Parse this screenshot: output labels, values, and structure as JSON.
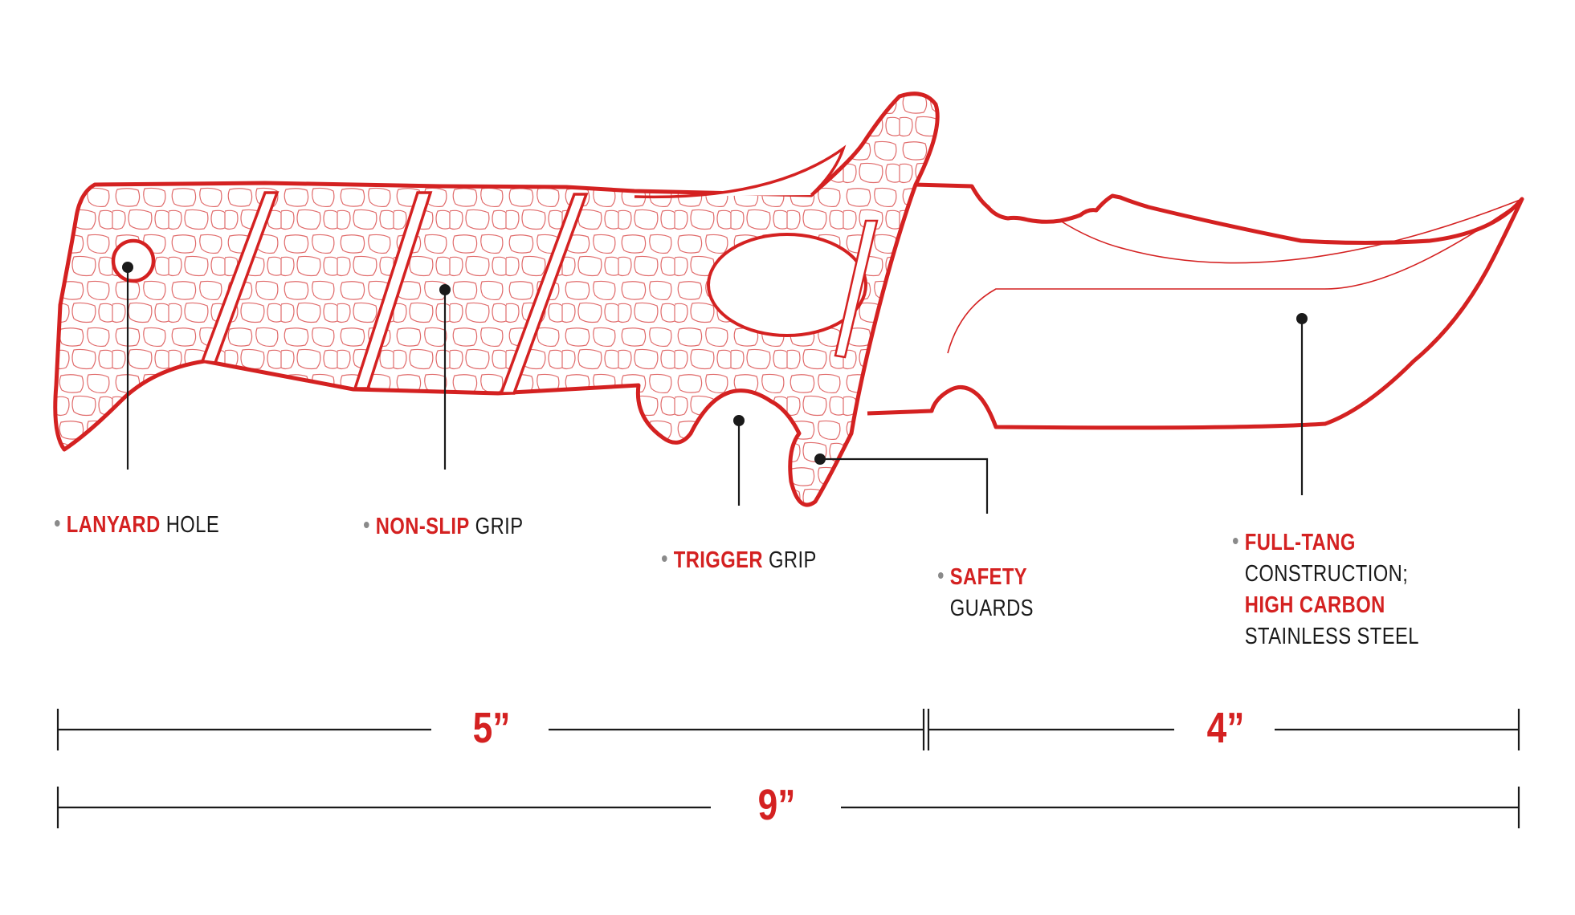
{
  "callouts": {
    "lanyard": {
      "highlight": "LANYARD",
      "rest": "HOLE"
    },
    "non_slip": {
      "highlight": "NON-SLIP",
      "rest": "GRIP"
    },
    "trigger": {
      "highlight": "TRIGGER",
      "rest": "GRIP"
    },
    "safety": {
      "highlight": "SAFETY",
      "rest": "GUARDS"
    },
    "full_tang": {
      "highlight1": "FULL-TANG",
      "rest1": "CONSTRUCTION;",
      "highlight2": "HIGH CARBON",
      "rest2": "STAINLESS STEEL"
    }
  },
  "dimensions": {
    "handle": "5”",
    "blade": "4”",
    "overall": "9”"
  },
  "colors": {
    "accent": "#d42121",
    "text": "#1a1a1a",
    "leader": "#1a1a1a",
    "bullet": "#8a8a8a"
  }
}
